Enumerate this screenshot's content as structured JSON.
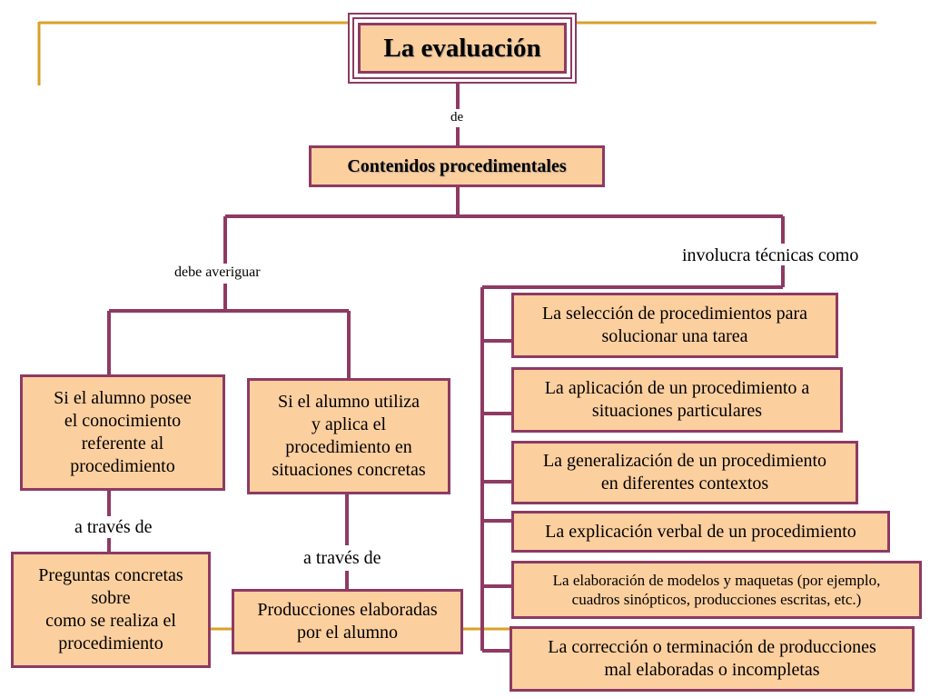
{
  "title": "La evaluación",
  "connector_de": "de",
  "main_topic": "Contenidos procedimentales",
  "branch_left": "debe averiguar",
  "branch_right": "involucra técnicas como",
  "left": {
    "box1": "Si el alumno posee\nel conocimiento\nreferente  al\nprocedimiento",
    "box2": "Si el alumno utiliza\ny aplica el\nprocedimiento en\nsituaciones concretas",
    "via1": "a través de",
    "via2": "a través de",
    "result1": "Preguntas concretas\nsobre\ncomo se realiza el\nprocedimiento",
    "result2": "Producciones elaboradas\npor el alumno"
  },
  "techniques": [
    "La selección de procedimientos para\nsolucionar una tarea",
    "La aplicación de un procedimiento a\nsituaciones particulares",
    "La generalización de un procedimiento\nen diferentes contextos",
    "La explicación verbal de un procedimiento",
    "La elaboración de modelos y maquetas (por ejemplo,\ncuadros sinópticos, producciones escritas, etc.)",
    "La corrección o terminación de producciones\nmal elaboradas o incompletas"
  ],
  "colors": {
    "line": "#8e3a63",
    "box_fill": "#fccf9f",
    "accent": "#d9a12a"
  }
}
